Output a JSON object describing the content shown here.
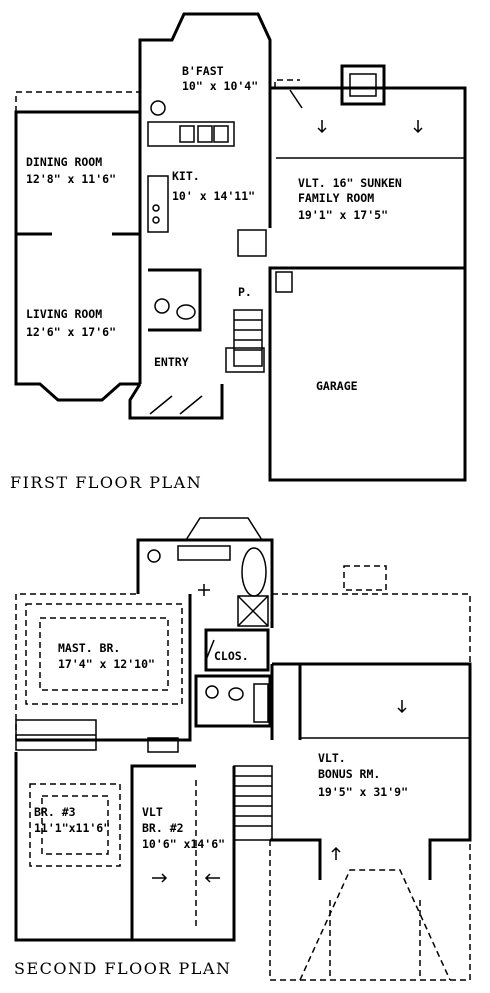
{
  "first_floor": {
    "title": "FIRST FLOOR PLAN",
    "rooms": {
      "bfast_name": "B'FAST",
      "bfast_dim": "10\" x 10'4\"",
      "dining_name": "DINING ROOM",
      "dining_dim": "12'8\" x 11'6\"",
      "kit_name": "KIT.",
      "kit_dim": "10' x 14'11\"",
      "family_name1": "VLT. 16\" SUNKEN",
      "family_name2": "FAMILY ROOM",
      "family_dim": "19'1\" x 17'5\"",
      "living_name": "LIVING ROOM",
      "living_dim": "12'6\" x 17'6\"",
      "pantry": "P.",
      "entry": "ENTRY",
      "garage": "GARAGE"
    }
  },
  "second_floor": {
    "title": "SECOND FLOOR PLAN",
    "rooms": {
      "mast_name": "MAST. BR.",
      "mast_dim": "17'4\" x 12'10\"",
      "clos": "CLOS.",
      "bonus_name1": "VLT.",
      "bonus_name2": "BONUS RM.",
      "bonus_dim": "19'5\" x 31'9\"",
      "br3_name": "BR. #3",
      "br3_dim": "11'1\"x11'6\"",
      "br2_name1": "VLT",
      "br2_name2": "BR. #2",
      "br2_dim": "10'6\" x14'6\""
    }
  }
}
